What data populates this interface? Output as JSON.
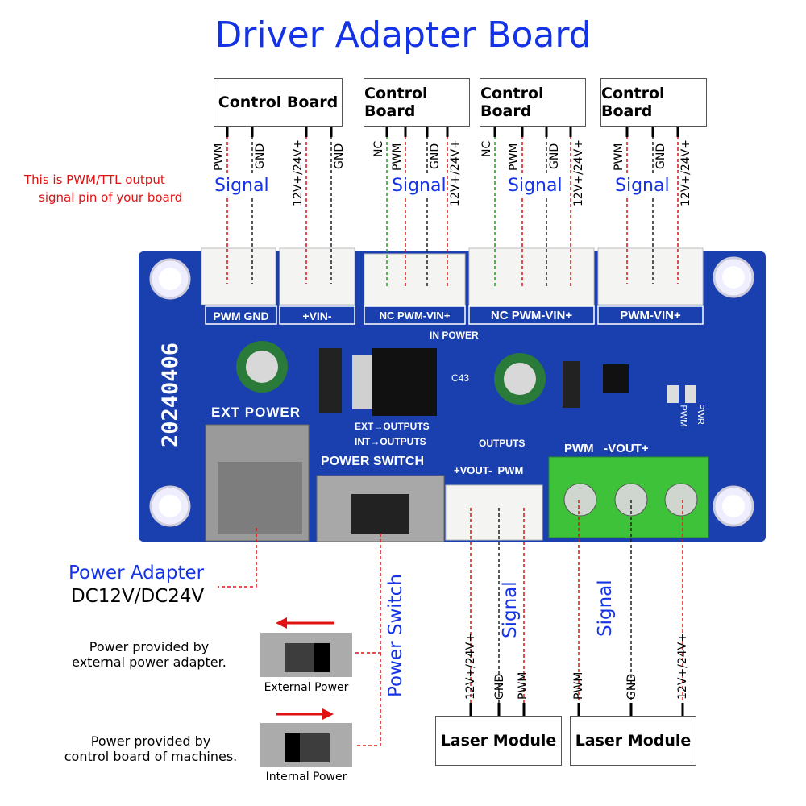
{
  "title": "Driver Adapter Board",
  "control_boards": [
    {
      "label": "Control Board",
      "pins": [
        "PWM",
        "GND",
        "12V+/24V+",
        "GND"
      ]
    },
    {
      "label": "Control Board",
      "pins": [
        "NC",
        "PWM",
        "GND",
        "12V+/24V+"
      ]
    },
    {
      "label": "Control Board",
      "pins": [
        "NC",
        "PWM",
        "GND",
        "12V+/24V+"
      ]
    },
    {
      "label": "Control Board",
      "pins": [
        "PWM",
        "GND",
        "12V+/24V+"
      ]
    }
  ],
  "signal_label": "Signal",
  "pwm_note": [
    "This is PWM/TTL output",
    "signal pin of your board"
  ],
  "board": {
    "date_code": "20240406",
    "connectors": [
      "PWM GND",
      "+VIN-",
      "NC PWM-VIN+",
      "NC PWM-VIN+",
      "PWM-VIN+"
    ],
    "in_power": "IN POWER",
    "ext_power": "EXT POWER",
    "ext_outputs": "EXT→OUTPUTS",
    "int_outputs": "INT→OUTPUTS",
    "power_switch": "POWER SWITCH",
    "outputs": "OUTPUTS",
    "vout_pwm": "+VOUT-  PWM",
    "pwm_vout": "PWM   -VOUT+",
    "cap_label": "C43",
    "pwr_led": "PWR",
    "pwm_led": "PWM"
  },
  "power_adapter": {
    "label": "Power Adapter",
    "voltage": "DC12V/DC24V"
  },
  "power_switch_label": "Power Switch",
  "switch_states": [
    {
      "note": [
        "Power provided by",
        "external power adapter."
      ],
      "caption": "External Power",
      "arrow": "left"
    },
    {
      "note": [
        "Power provided by",
        "control board of machines."
      ],
      "caption": "Internal Power",
      "arrow": "right"
    }
  ],
  "laser_modules": [
    {
      "label": "Laser Module",
      "pins": [
        "12V+/24V+",
        "GND",
        "PWM"
      ]
    },
    {
      "label": "Laser Module",
      "pins": [
        "PWM",
        "GND",
        "12V+/24V+"
      ]
    }
  ],
  "colors": {
    "blue_text": "#1433e6",
    "red_text": "#e01212",
    "board": "#1a3fae",
    "wire_red": "#e01212",
    "wire_black": "#222222",
    "wire_green": "#1aa31a",
    "terminal_green": "#3ec23a"
  }
}
